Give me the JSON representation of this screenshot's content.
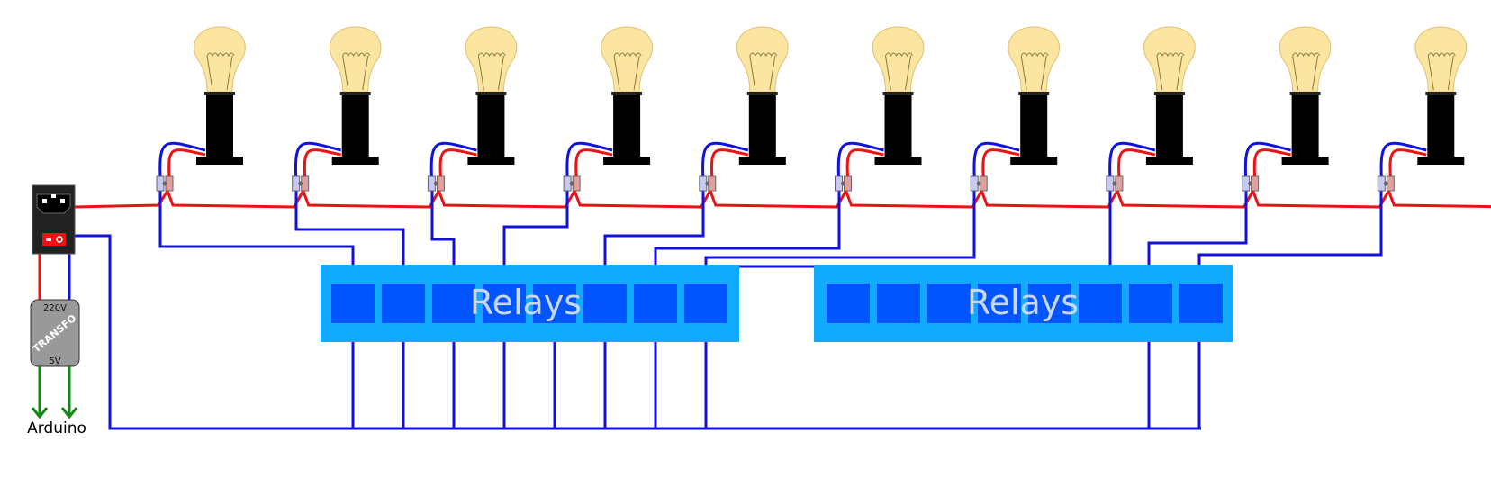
{
  "relay_boards": [
    {
      "label": "Relays"
    },
    {
      "label": "Relays"
    }
  ],
  "transformer": {
    "label": "TRANSFO",
    "input_label": "220V",
    "output_label": "5V"
  },
  "arduino_label": "Arduino",
  "lamp_count": 10,
  "relay_channels_per_board": 8,
  "colors": {
    "live_wire": "#ee1111",
    "neutral_wire": "#1111dd",
    "output_wire": "#118811",
    "relay_board": "#11aaff",
    "relay_module": "#0055ff",
    "relay_text": "#c8d6f0",
    "bulb_glass": "#fbe5a0",
    "lamp_socket": "#000000",
    "power_socket": "#222222",
    "switch": "#ee1111",
    "transformer": "#999999"
  }
}
